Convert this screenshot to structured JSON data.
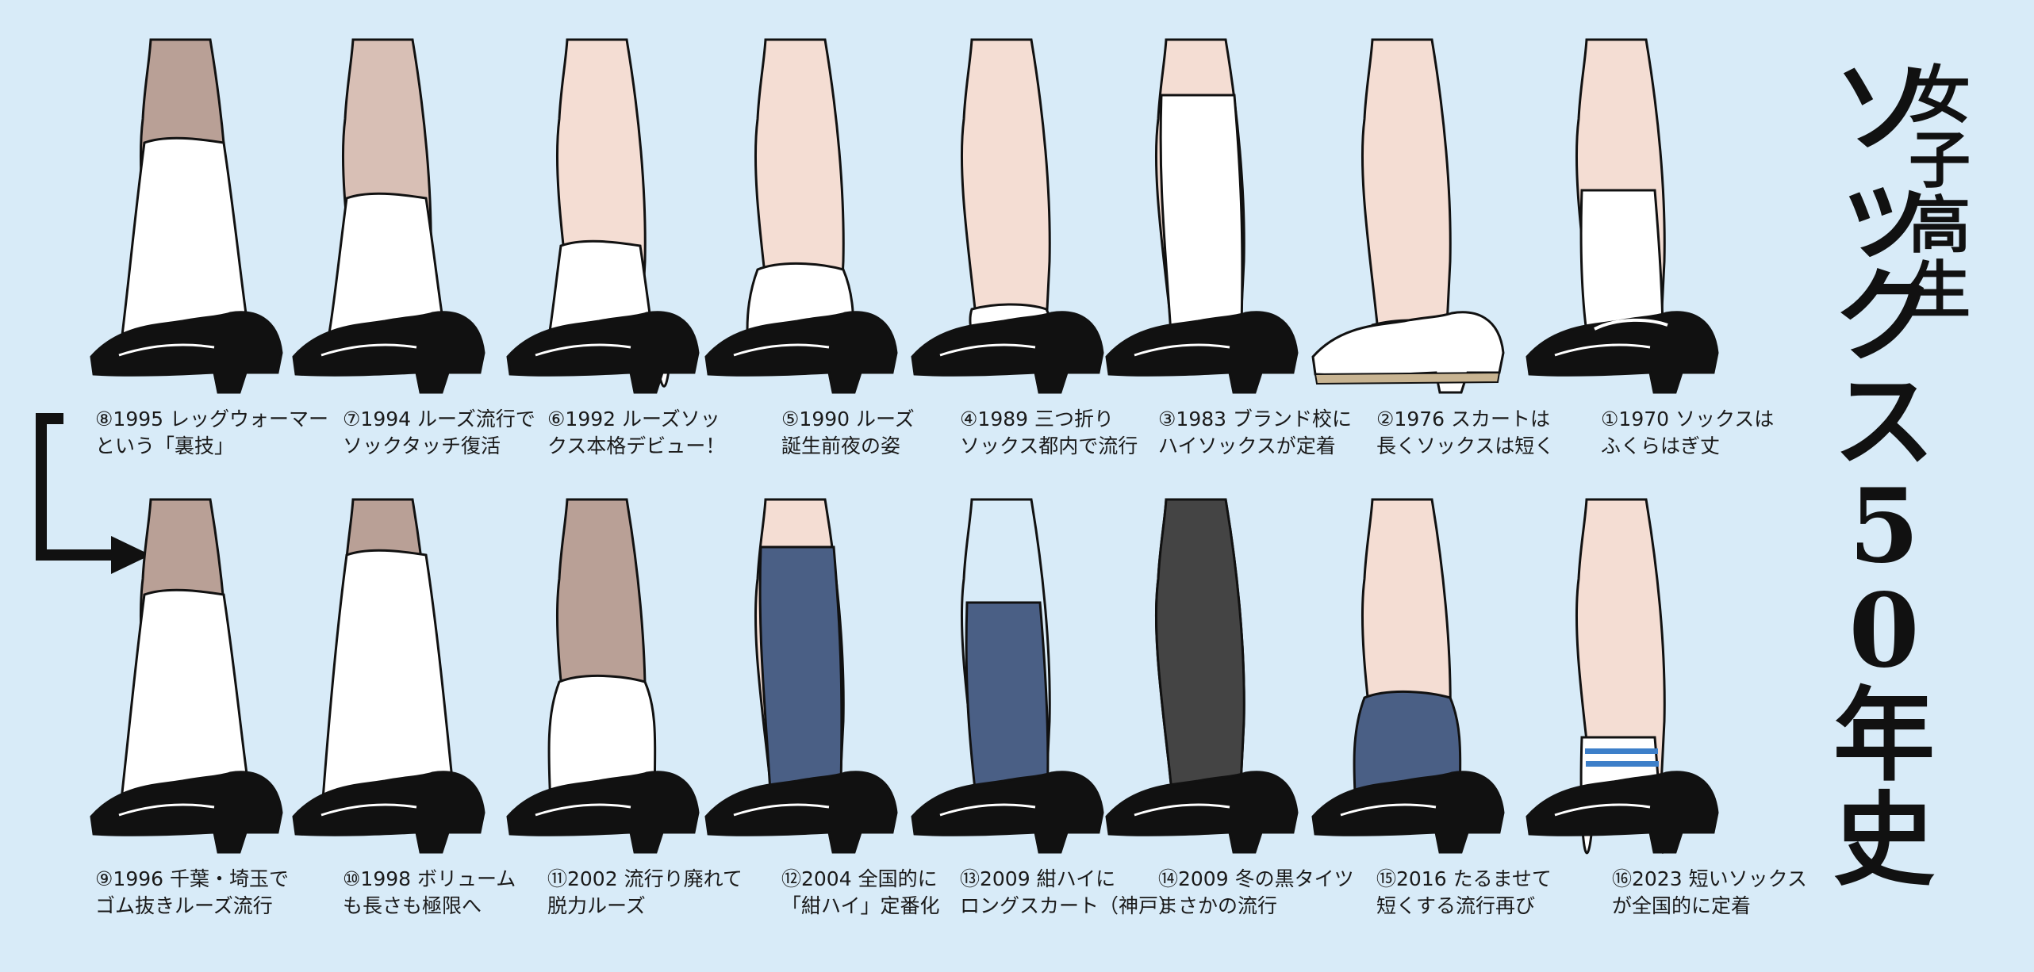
{
  "title": {
    "sub_chars": [
      "女",
      "子",
      "高",
      "生"
    ],
    "main_chars": [
      "ソ",
      "ッ",
      "ク",
      "ス",
      "5",
      "0",
      "年",
      "史"
    ]
  },
  "colors": {
    "background": "#d8ebf8",
    "skin_light": "#f4ddd3",
    "stocking_beige": "#d8bfb5",
    "stocking_brown": "#b9a096",
    "sock_white": "#ffffff",
    "sock_navy": "#4a5f85",
    "tights_black": "#444444",
    "shoe_black": "#111111",
    "stripe_blue": "#3d7fc9"
  },
  "items": [
    {
      "id": "08",
      "line1": "⑧1995 レッグウォーマー",
      "line2": "という「裏技」"
    },
    {
      "id": "07",
      "line1": "⑦1994 ルーズ流行で",
      "line2": "ソックタッチ復活"
    },
    {
      "id": "06",
      "line1": "⑥1992 ルーズソッ",
      "line2": "クス本格デビュー！"
    },
    {
      "id": "05",
      "line1": "⑤1990 ルーズ",
      "line2": "誕生前夜の姿"
    },
    {
      "id": "04",
      "line1": "④1989 三つ折り",
      "line2": "ソックス都内で流行"
    },
    {
      "id": "03",
      "line1": "③1983 ブランド校に",
      "line2": "ハイソックスが定着"
    },
    {
      "id": "02",
      "line1": "②1976 スカートは",
      "line2": "長くソックスは短く"
    },
    {
      "id": "01",
      "line1": "①1970 ソックスは",
      "line2": "ふくらはぎ丈"
    },
    {
      "id": "09",
      "line1": "⑨1996 千葉・埼玉で",
      "line2": "ゴム抜きルーズ流行"
    },
    {
      "id": "10",
      "line1": "⑩1998 ボリューム",
      "line2": "も長さも極限へ"
    },
    {
      "id": "11",
      "line1": "⑪2002 流行り廃れて",
      "line2": "脱力ルーズ"
    },
    {
      "id": "12",
      "line1": "⑫2004 全国的に",
      "line2": "「紺ハイ」定番化"
    },
    {
      "id": "13",
      "line1": "⑬2009 紺ハイに",
      "line2": "ロングスカート（神戸）"
    },
    {
      "id": "14",
      "line1": "⑭2009 冬の黒タイツ",
      "line2": "まさかの流行"
    },
    {
      "id": "15",
      "line1": "⑮2016 たるませて",
      "line2": "短くする流行再び"
    },
    {
      "id": "16",
      "line1": "⑯2023 短いソックス",
      "line2": "が全国的に定着"
    }
  ]
}
